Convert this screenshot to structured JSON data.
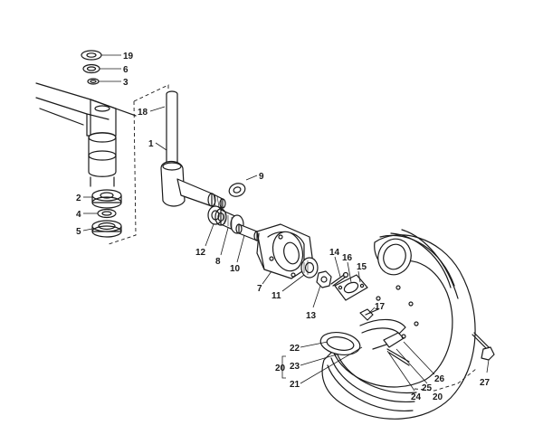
{
  "diagram": {
    "labels": {
      "p1": "1",
      "p2": "2",
      "p3": "3",
      "p4": "4",
      "p5": "5",
      "p6": "6",
      "p7": "7",
      "p8": "8",
      "p9": "9",
      "p10": "10",
      "p11": "11",
      "p12": "12",
      "p13": "13",
      "p14": "14",
      "p15": "15",
      "p16": "16",
      "p17": "17",
      "p18": "18",
      "p19": "19",
      "p20a": "20",
      "p20b": "20",
      "p21": "21",
      "p22": "22",
      "p23": "23",
      "p24": "24",
      "p25": "25",
      "p26": "26",
      "p27": "27"
    }
  }
}
